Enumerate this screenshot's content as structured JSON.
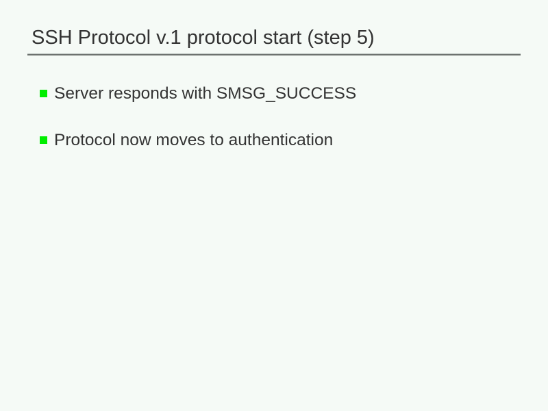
{
  "slide": {
    "title": "SSH Protocol v.1 protocol start (step 5)",
    "bullets": [
      {
        "marker": "green-square-bullet-icon",
        "text": "Server responds with SMSG_SUCCESS"
      },
      {
        "marker": "green-square-bullet-icon",
        "text": "Protocol now moves to authentication"
      }
    ],
    "colors": {
      "background": "#f5faf6",
      "text": "#333333",
      "bullet_marker": "#00ee00",
      "title_rule": "#6d726f",
      "title_rule_highlight": "#b9c2bd"
    }
  }
}
